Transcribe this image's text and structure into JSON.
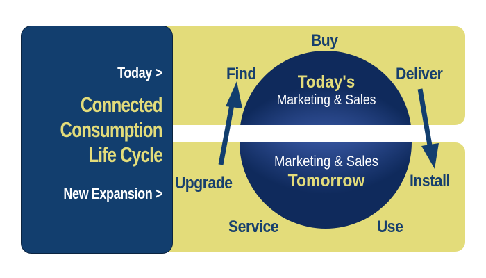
{
  "colors": {
    "navy": "#123e6e",
    "yellow": "#e3dc7a",
    "word_blue": "#173f6d",
    "globe_light": "#7f96d2",
    "globe_dark": "#0f2a5c",
    "white": "#ffffff"
  },
  "left_panel": {
    "today_label": "Today >",
    "title_lines": [
      "Connected",
      "Consumption",
      "Life Cycle"
    ],
    "new_expansion_label": "New Expansion >"
  },
  "globe": {
    "top": {
      "line1": "Today's",
      "line2": "Marketing & Sales"
    },
    "bottom": {
      "line1": "Marketing & Sales",
      "line2": "Tomorrow"
    }
  },
  "cycle_steps": [
    {
      "label": "Buy"
    },
    {
      "label": "Deliver"
    },
    {
      "label": "Install"
    },
    {
      "label": "Use"
    },
    {
      "label": "Service"
    },
    {
      "label": "Upgrade"
    },
    {
      "label": "Find"
    }
  ],
  "arrows": [
    {
      "from": "Upgrade",
      "to": "Find",
      "icon": "arrow-up-icon"
    },
    {
      "from": "Deliver",
      "to": "Install",
      "icon": "arrow-down-icon"
    }
  ]
}
